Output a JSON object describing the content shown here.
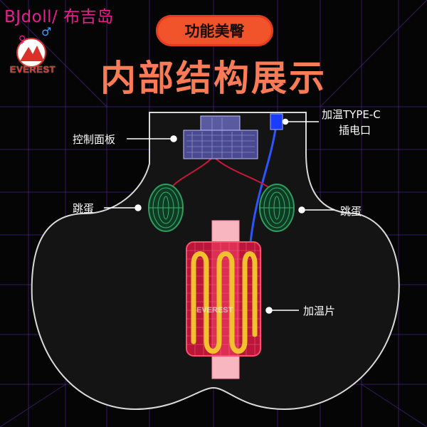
{
  "brand": {
    "store": "BJdoll/ 布吉岛",
    "logo_text": "EVEREST",
    "watermark": "EVEREST"
  },
  "badge": "功能美臀",
  "title": "内部结构展示",
  "labels": {
    "control_panel": "控制面板",
    "heater_port_line1": "加温TYPE-C",
    "heater_port_line2": "插电口",
    "egg_left": "跳蛋",
    "egg_right": "跳蛋",
    "heating_sheet": "加温片"
  },
  "colors": {
    "brand_pink": "#e91e8f",
    "badge": "#f1542a",
    "title": "#fb7b57",
    "grid": "#7a39c8",
    "egg": "#2f9e5f",
    "heater": "#ff3b5c",
    "coil": "#f2c12e",
    "wire_blue": "#2a55ff",
    "wire_red": "#c8173a"
  }
}
